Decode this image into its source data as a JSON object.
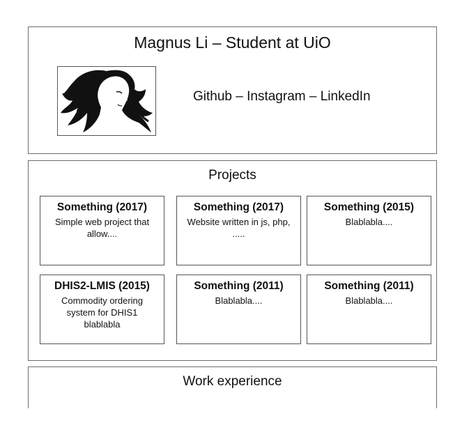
{
  "header": {
    "title": "Magnus Li – Student at UiO",
    "links": {
      "github": "Github",
      "sep1": " – ",
      "instagram": "Instagram",
      "sep2": " – ",
      "linkedin": "LinkedIn"
    },
    "avatar_icon": "woman-profile-silhouette"
  },
  "projects": {
    "title": "Projects",
    "items": [
      {
        "title": "Something (2017)",
        "desc": "Simple web project that allow...."
      },
      {
        "title": "Something  (2017)",
        "desc": "Website written in js, php, ....."
      },
      {
        "title": "Something (2015)",
        "desc": "Blablabla...."
      },
      {
        "title": "DHIS2-LMIS (2015)",
        "desc": "Commodity ordering system for DHIS1 blablabla"
      },
      {
        "title": "Something (2011)",
        "desc": "Blablabla...."
      },
      {
        "title": "Something (2011)",
        "desc": "Blablabla...."
      }
    ]
  },
  "work": {
    "title": "Work experience"
  }
}
